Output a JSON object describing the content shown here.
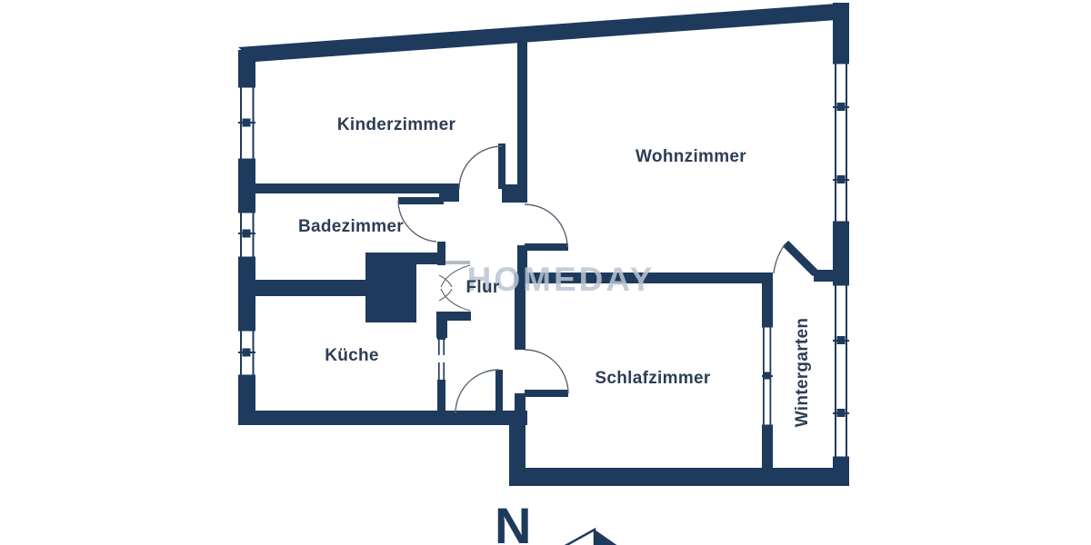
{
  "page": {
    "type": "floor-plan"
  },
  "watermark": "HOMEDAY",
  "north": {
    "label": "N"
  },
  "colors": {
    "wall": "#1e3a5c",
    "room_fill": "#ffffff",
    "label_text": "#2d3e54",
    "door_arc": "#5b6472",
    "threshold": "#b3bac2",
    "watermark": "#bac4d2"
  },
  "rooms": [
    {
      "id": "kinderzimmer",
      "label": "Kinderzimmer"
    },
    {
      "id": "wohnzimmer",
      "label": "Wohnzimmer"
    },
    {
      "id": "badezimmer",
      "label": "Badezimmer"
    },
    {
      "id": "flur",
      "label": "Flur"
    },
    {
      "id": "kueche",
      "label": "Küche"
    },
    {
      "id": "schlafzimmer",
      "label": "Schlafzimmer"
    },
    {
      "id": "wintergarten",
      "label": "Wintergarten"
    }
  ]
}
